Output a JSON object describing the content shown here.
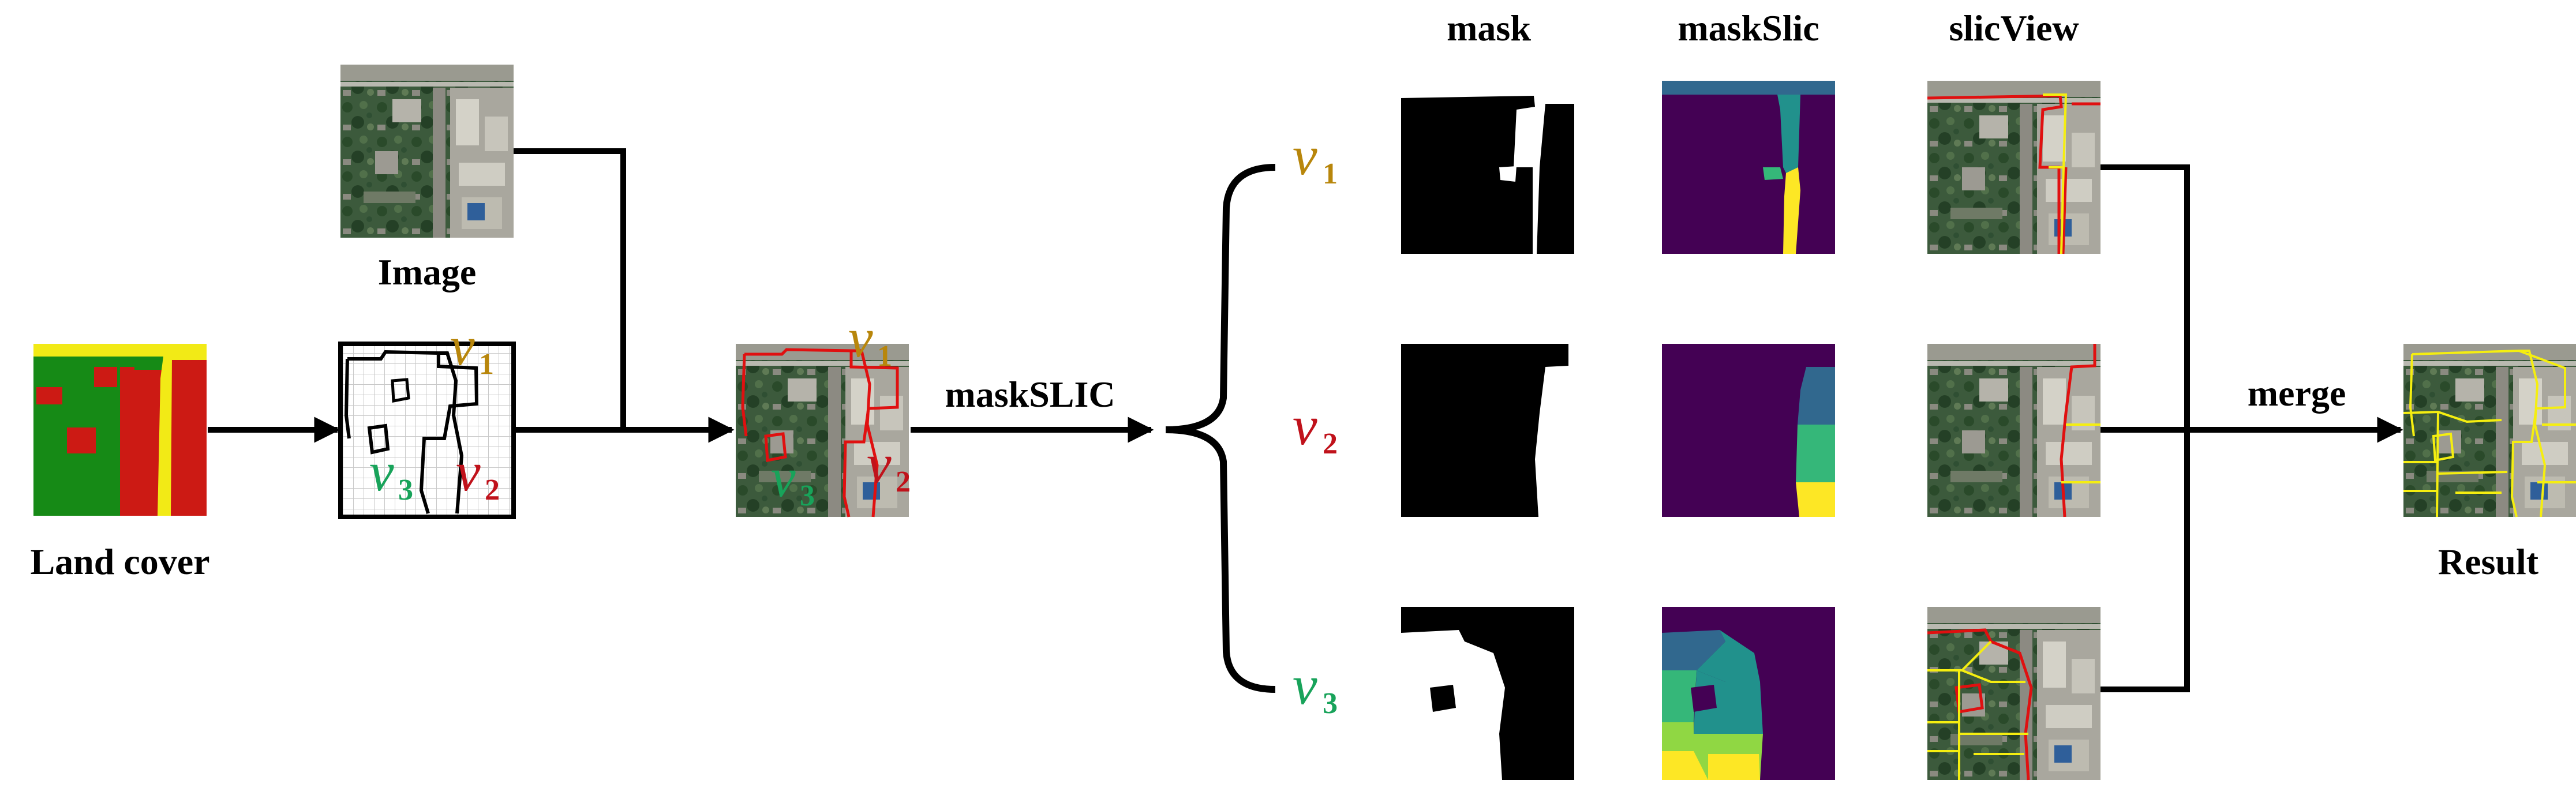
{
  "labels": {
    "land_cover": "Land cover",
    "image": "Image",
    "maskslic": "maskSLIC",
    "merge": "merge",
    "result": "Result"
  },
  "column_headers": {
    "mask": "mask",
    "maskslic": "maskSlic",
    "slicview": "slicView"
  },
  "regions": [
    {
      "symbol": "v",
      "index": "1",
      "color": "#b8860b"
    },
    {
      "symbol": "v",
      "index": "2",
      "color": "#c0121b"
    },
    {
      "symbol": "v",
      "index": "3",
      "color": "#18a35a"
    }
  ],
  "colors": {
    "land_red": "#cc1a14",
    "land_green": "#168a16",
    "land_yellow": "#f2ea16",
    "viridis_purple": "#440154",
    "viridis_blue": "#31688e",
    "viridis_teal": "#21918c",
    "viridis_green": "#35b779",
    "viridis_lime": "#90d743",
    "viridis_yellow": "#fde725",
    "boundary_red": "#e01010",
    "boundary_yellow": "#f5ee10"
  }
}
